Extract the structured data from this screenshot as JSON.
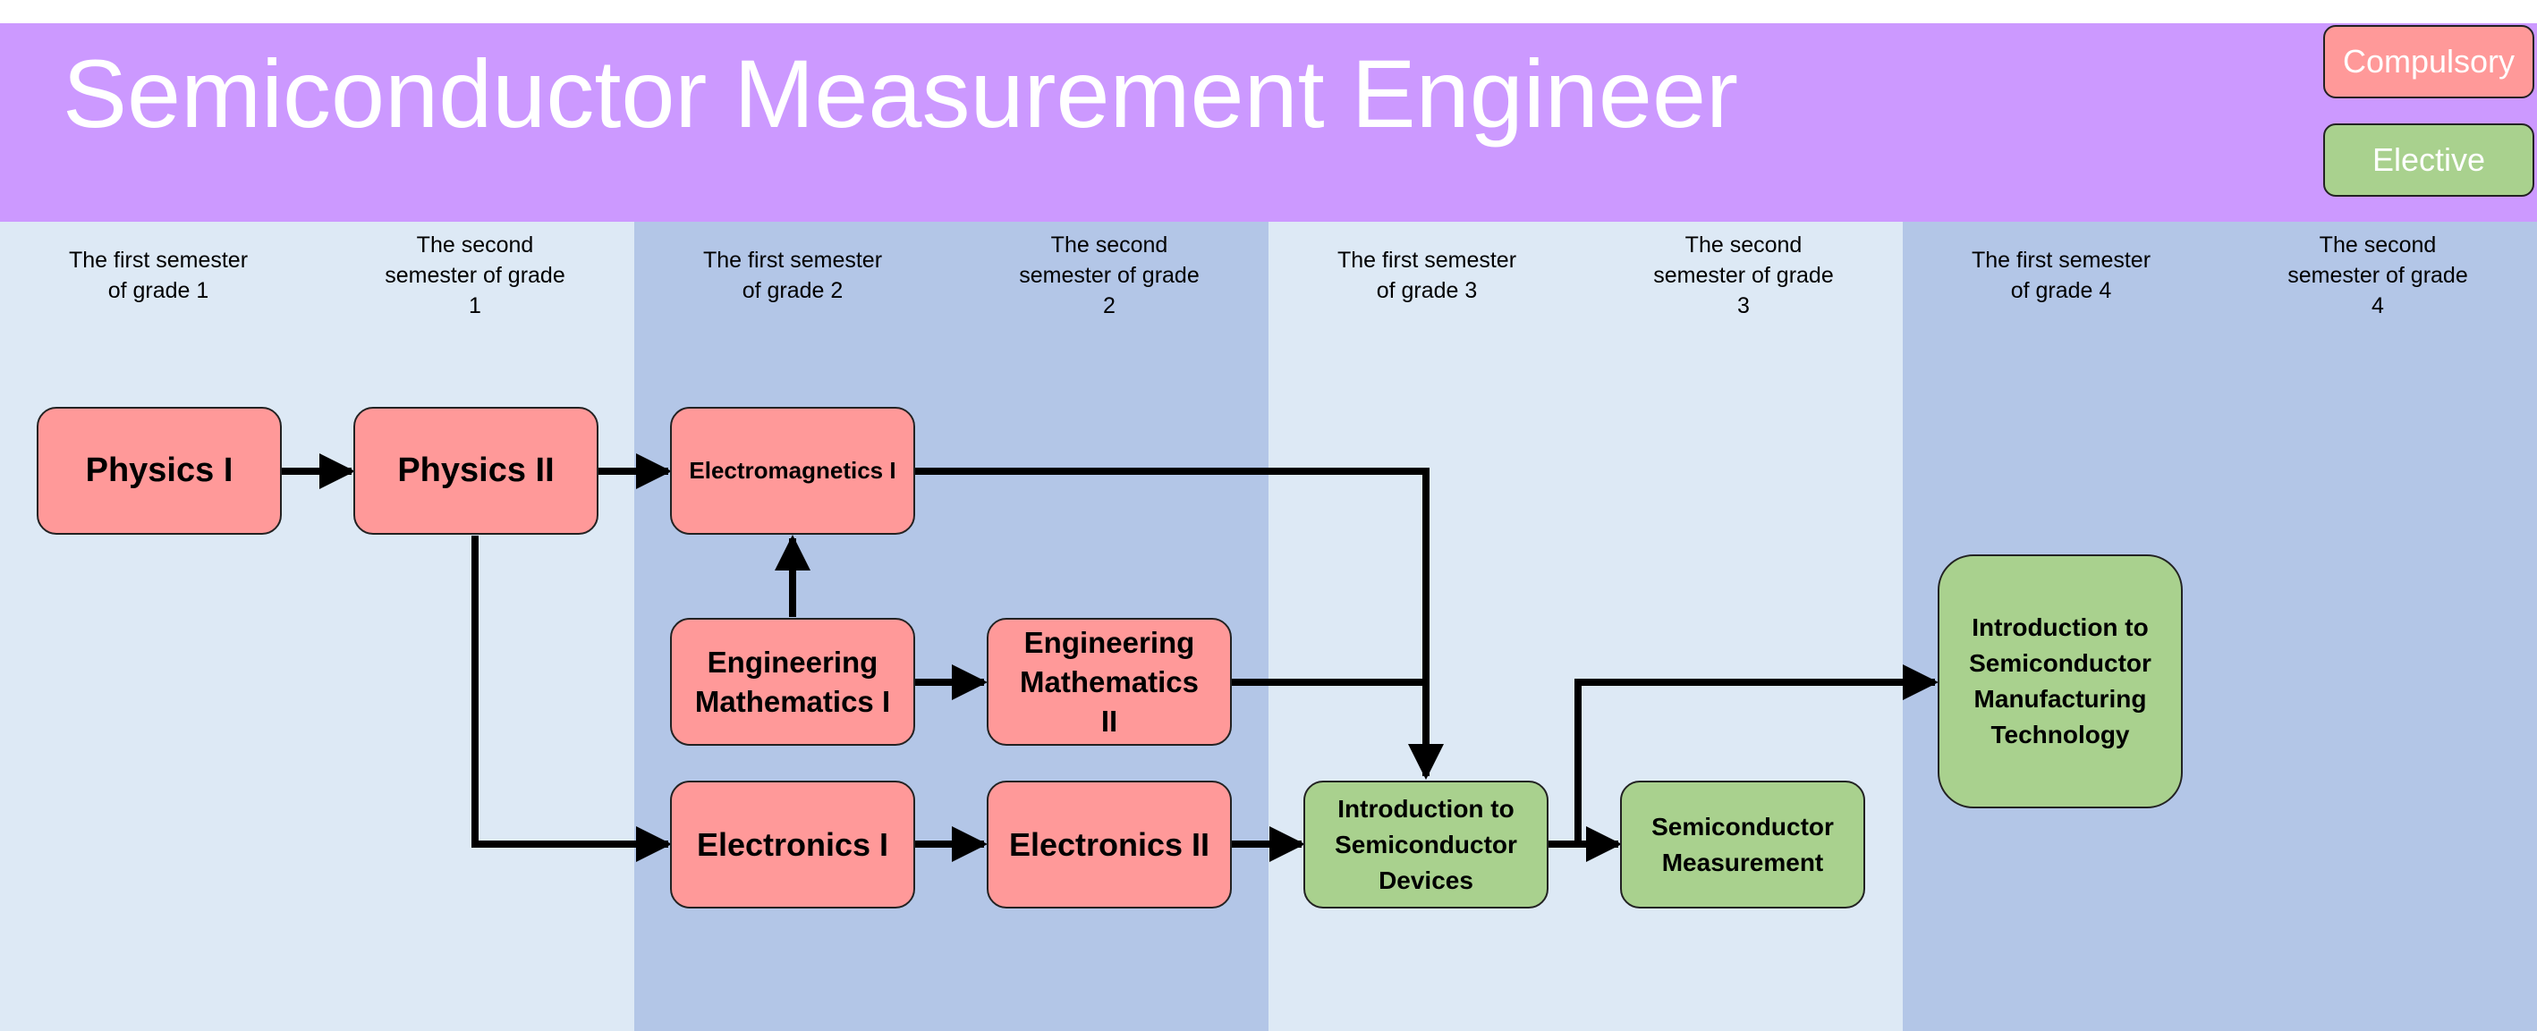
{
  "title": "Semiconductor Measurement Engineer",
  "legend": {
    "compulsory": "Compulsory",
    "elective": "Elective"
  },
  "semesters": [
    "The first semester of grade 1",
    "The second semester of grade 1",
    "The first semester of grade 2",
    "The second semester of grade 2",
    "The first semester of grade 3",
    "The second semester of grade 3",
    "The first semester of grade 4",
    "The second semester of grade 4"
  ],
  "courses": {
    "physics_1": "Physics I",
    "physics_2": "Physics II",
    "electromagnetics_1": "Electromagnetics I",
    "engineering_math_1": "Engineering Mathematics I",
    "engineering_math_2": "Engineering Mathematics II",
    "electronics_1": "Electronics I",
    "electronics_2": "Electronics II",
    "intro_semiconductor_devices": "Introduction to Semiconductor Devices",
    "semiconductor_measurement": "Semiconductor Measurement",
    "intro_semiconductor_manufacturing": "Introduction to Semiconductor Manufacturing Technology"
  },
  "colors": {
    "compulsory": "#ff9999",
    "elective": "#a9d18e",
    "header": "#cc99ff",
    "band_light": "#dde9f5",
    "band_dark": "#b3c6e7"
  }
}
